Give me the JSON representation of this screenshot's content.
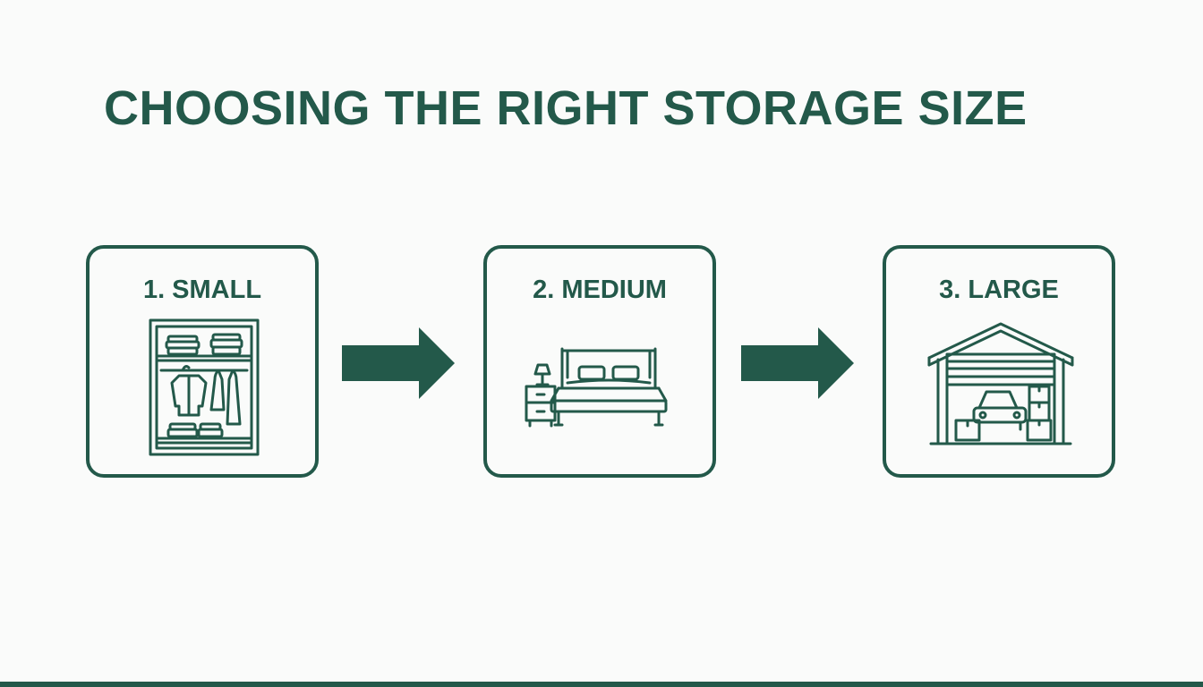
{
  "title": "CHOOSING THE RIGHT STORAGE SIZE",
  "steps": [
    {
      "label": "1. SMALL",
      "icon": "wardrobe-icon"
    },
    {
      "label": "2. MEDIUM",
      "icon": "bed-icon"
    },
    {
      "label": "3. LARGE",
      "icon": "garage-icon"
    }
  ],
  "connector_icon": "arrow-right-icon",
  "colors": {
    "accent": "#23594a",
    "background": "#fafbfa"
  }
}
